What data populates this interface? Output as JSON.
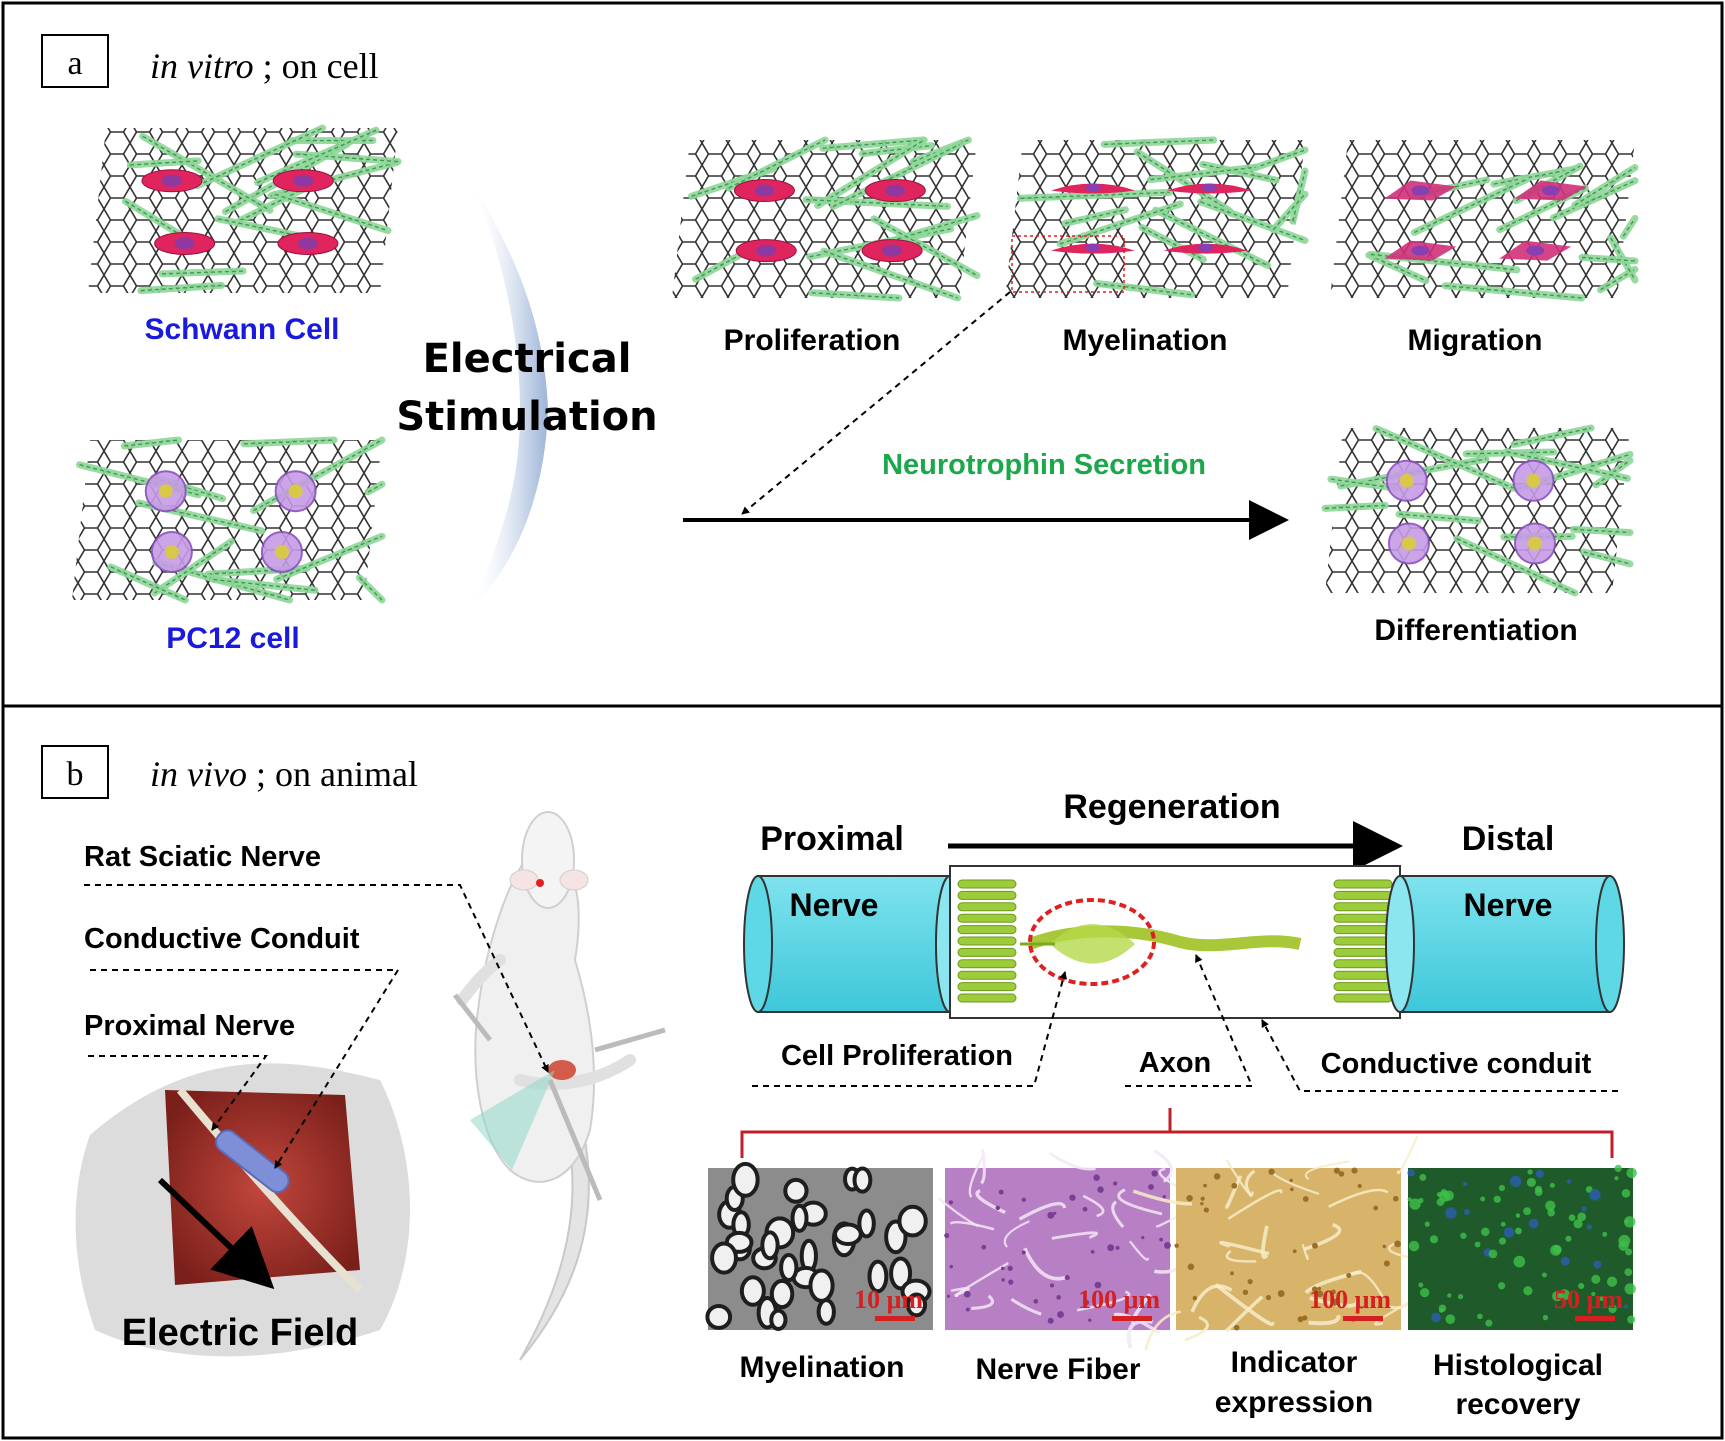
{
  "panel_a": {
    "badge": "a",
    "heading_italic": "in vitro",
    "heading_rest": " ; on cell",
    "schwann_label": "Schwann Cell",
    "pc12_label": "PC12 cell",
    "stimulation_line1": "Electrical",
    "stimulation_line2": "Stimulation",
    "outcomes": [
      "Proliferation",
      "Myelination",
      "Migration"
    ],
    "secretion_label": "Neurotrophin Secretion",
    "differentiation_label": "Differentiation"
  },
  "panel_b": {
    "badge": "b",
    "heading_italic": "in vivo",
    "heading_rest": " ; on animal",
    "callouts": [
      "Rat Sciatic Nerve",
      "Conductive Conduit",
      "Proximal Nerve"
    ],
    "field_label": "Electric Field",
    "proximal_label": "Proximal",
    "distal_label": "Distal",
    "regeneration_label": "Regeneration",
    "nerve_left": "Nerve",
    "nerve_right": "Nerve",
    "conduit_labels": [
      "Cell Proliferation",
      "Axon",
      "Conductive conduit"
    ],
    "micro_images": [
      {
        "scale": "10 μm",
        "label_lines": [
          "Myelination"
        ]
      },
      {
        "scale": "100 μm",
        "label_lines": [
          "Nerve Fiber"
        ]
      },
      {
        "scale": "100 μm",
        "label_lines": [
          "Indicator",
          "expression"
        ]
      },
      {
        "scale": "50 μm",
        "label_lines": [
          "Histological",
          "recovery"
        ]
      }
    ]
  },
  "colors": {
    "cell_label_blue": "#1a1adc",
    "secretion_green": "#1aa84a",
    "nerve_cyan": "#5fd8e6",
    "conduit_green": "#9ccc3a",
    "tissue_red": "#a8322a",
    "highlight_red": "#e02020"
  }
}
